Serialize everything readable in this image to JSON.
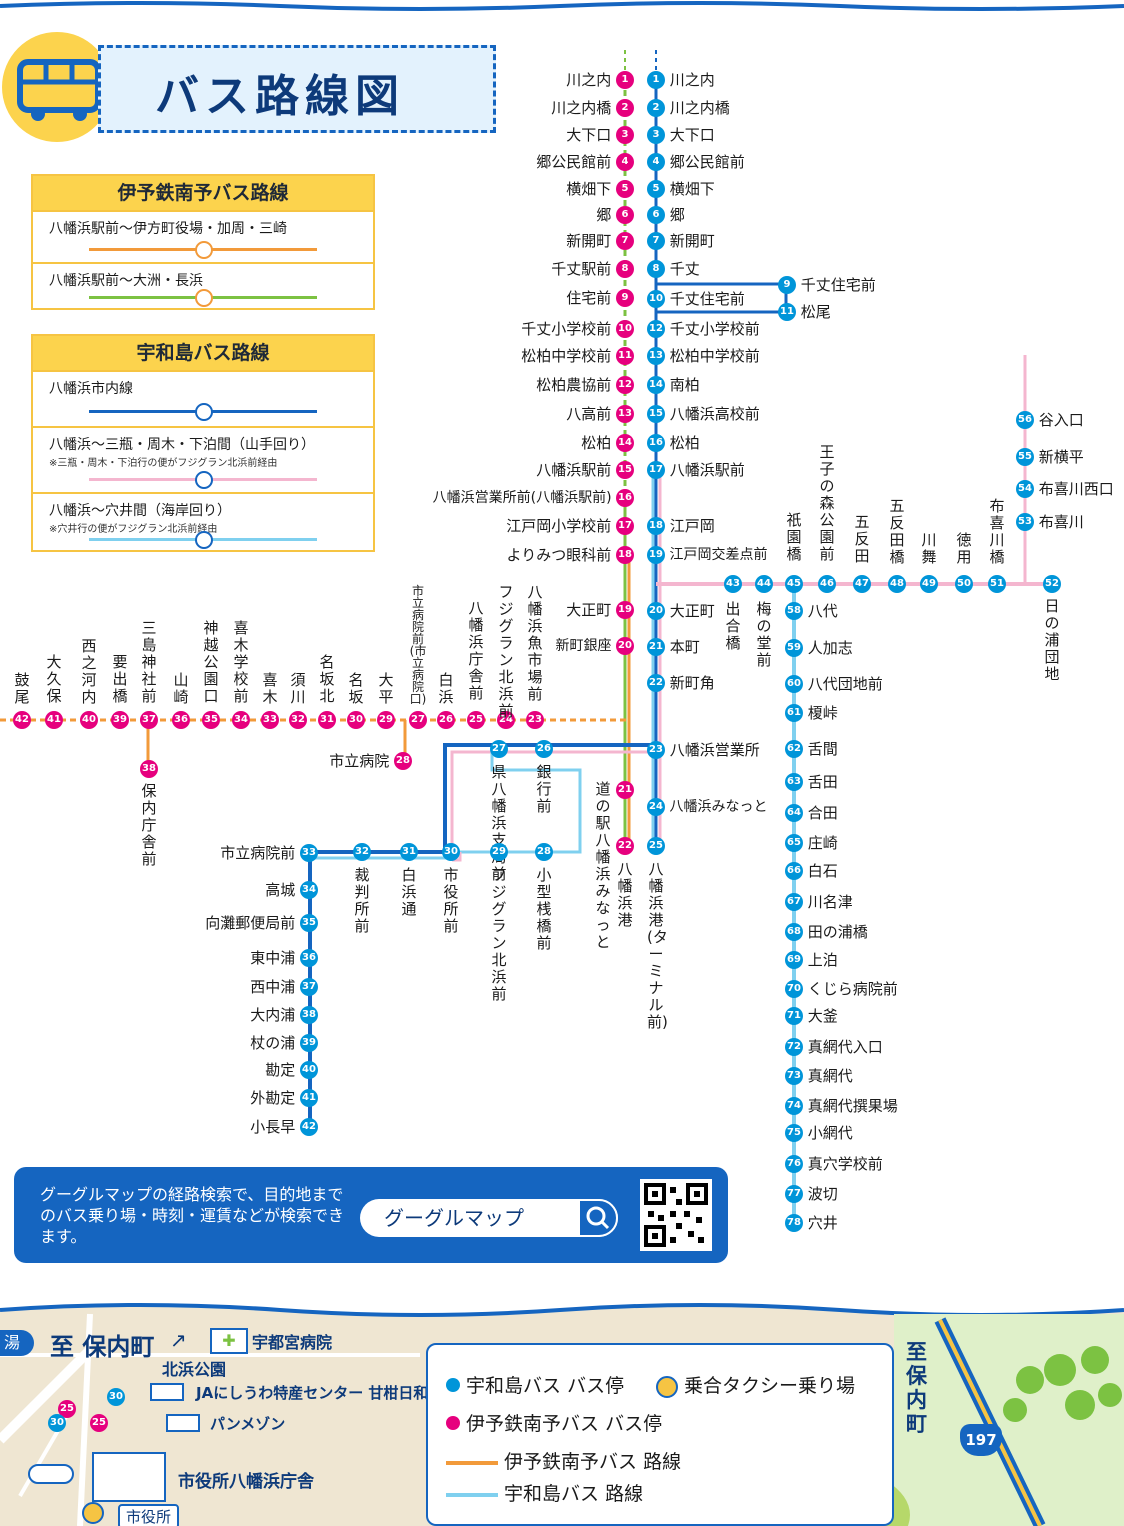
{
  "title": "バス路線図",
  "legend_iyo": {
    "heading": "伊予鉄南予バス路線",
    "rows": [
      {
        "label": "八幡浜駅前〜伊方町役場・加周・三崎",
        "color": "#f29a3a"
      },
      {
        "label": "八幡浜駅前〜大洲・長浜",
        "color": "#7cc242"
      }
    ]
  },
  "legend_uwajima": {
    "heading": "宇和島バス路線",
    "rows": [
      {
        "label": "八幡浜市内線",
        "note": "",
        "color": "#1565c0"
      },
      {
        "label": "八幡浜〜三瓶・周木・下泊間（山手回り）",
        "note": "※三瓶・周木・下泊行の便がフジグラン北浜前経由",
        "color": "#f4b6cf"
      },
      {
        "label": "八幡浜〜穴井間（海岸回り）",
        "note": "※穴井行の便がフジグラン北浜前経由",
        "color": "#7fd0ef"
      }
    ]
  },
  "iyo_main": [
    {
      "n": "1",
      "name": "川之内"
    },
    {
      "n": "2",
      "name": "川之内橋"
    },
    {
      "n": "3",
      "name": "大下口"
    },
    {
      "n": "4",
      "name": "郷公民館前"
    },
    {
      "n": "5",
      "name": "横畑下"
    },
    {
      "n": "6",
      "name": "郷"
    },
    {
      "n": "7",
      "name": "新開町"
    },
    {
      "n": "8",
      "name": "千丈駅前"
    },
    {
      "n": "9",
      "name": "住宅前"
    },
    {
      "n": "10",
      "name": "千丈小学校前"
    },
    {
      "n": "11",
      "name": "松柏中学校前"
    },
    {
      "n": "12",
      "name": "松柏農協前"
    },
    {
      "n": "13",
      "name": "八高前"
    },
    {
      "n": "14",
      "name": "松柏"
    },
    {
      "n": "15",
      "name": "八幡浜駅前"
    },
    {
      "n": "16",
      "name": "八幡浜営業所前(八幡浜駅前)"
    },
    {
      "n": "17",
      "name": "江戸岡小学校前"
    },
    {
      "n": "18",
      "name": "よりみつ眼科前"
    },
    {
      "n": "19",
      "name": "大正町"
    },
    {
      "n": "20",
      "name": "新町銀座"
    }
  ],
  "uwa_main": [
    {
      "n": "1",
      "name": "川之内"
    },
    {
      "n": "2",
      "name": "川之内橋"
    },
    {
      "n": "3",
      "name": "大下口"
    },
    {
      "n": "4",
      "name": "郷公民館前"
    },
    {
      "n": "5",
      "name": "横畑下"
    },
    {
      "n": "6",
      "name": "郷"
    },
    {
      "n": "7",
      "name": "新開町"
    },
    {
      "n": "8",
      "name": "千丈"
    },
    {
      "n": "10",
      "name": "千丈住宅前"
    },
    {
      "n": "12",
      "name": "千丈小学校前"
    },
    {
      "n": "13",
      "name": "松柏中学校前"
    },
    {
      "n": "14",
      "name": "南柏"
    },
    {
      "n": "15",
      "name": "八幡浜高校前"
    },
    {
      "n": "16",
      "name": "松柏"
    },
    {
      "n": "17",
      "name": "八幡浜駅前"
    },
    {
      "n": "18",
      "name": "江戸岡"
    },
    {
      "n": "19",
      "name": "江戸岡交差点前"
    },
    {
      "n": "20",
      "name": "大正町"
    },
    {
      "n": "21",
      "name": "本町"
    },
    {
      "n": "22",
      "name": "新町角"
    },
    {
      "n": "23",
      "name": "八幡浜営業所"
    },
    {
      "n": "24",
      "name": "八幡浜みなっと"
    }
  ],
  "uwa_branch": [
    {
      "n": "9",
      "name": "千丈住宅前"
    },
    {
      "n": "11",
      "name": "松尾"
    }
  ],
  "uwa_yamate": [
    {
      "n": "43",
      "name": "出合橋"
    },
    {
      "n": "44",
      "name": "梅の堂前"
    },
    {
      "n": "45",
      "name": "祇園橋"
    },
    {
      "n": "46",
      "name": "王子の森公園前"
    },
    {
      "n": "47",
      "name": "五反田"
    },
    {
      "n": "48",
      "name": "五反田橋"
    },
    {
      "n": "49",
      "name": "川舞"
    },
    {
      "n": "50",
      "name": "徳用"
    },
    {
      "n": "51",
      "name": "布喜川橋"
    },
    {
      "n": "52",
      "name": "日の浦団地"
    }
  ],
  "uwa_far": [
    {
      "n": "56",
      "name": "谷入口"
    },
    {
      "n": "55",
      "name": "新横平"
    },
    {
      "n": "54",
      "name": "布喜川西口"
    },
    {
      "n": "53",
      "name": "布喜川"
    }
  ],
  "uwa_coast": [
    {
      "n": "58",
      "name": "八代"
    },
    {
      "n": "59",
      "name": "人加志"
    },
    {
      "n": "60",
      "name": "八代団地前"
    },
    {
      "n": "61",
      "name": "榎峠"
    },
    {
      "n": "62",
      "name": "舌間"
    },
    {
      "n": "63",
      "name": "舌田"
    },
    {
      "n": "64",
      "name": "合田"
    },
    {
      "n": "65",
      "name": "庄崎"
    },
    {
      "n": "66",
      "name": "白石"
    },
    {
      "n": "67",
      "name": "川名津"
    },
    {
      "n": "68",
      "name": "田の浦橋"
    },
    {
      "n": "69",
      "name": "上泊"
    },
    {
      "n": "70",
      "name": "くじら病院前"
    },
    {
      "n": "71",
      "name": "大釜"
    },
    {
      "n": "72",
      "name": "真網代入口"
    },
    {
      "n": "73",
      "name": "真網代"
    },
    {
      "n": "74",
      "name": "真網代撰果場"
    },
    {
      "n": "75",
      "name": "小網代"
    },
    {
      "n": "76",
      "name": "真穴学校前"
    },
    {
      "n": "77",
      "name": "波切"
    },
    {
      "n": "78",
      "name": "穴井"
    }
  ],
  "iyo_west": [
    {
      "n": "23",
      "name": "八幡浜魚市場前"
    },
    {
      "n": "24",
      "name": "フジグラン北浜前"
    },
    {
      "n": "25",
      "name": "八幡浜庁舎前"
    },
    {
      "n": "26",
      "name": "白浜"
    },
    {
      "n": "27",
      "name": "市立病院前(市立病院口)"
    },
    {
      "n": "29",
      "name": "大平"
    },
    {
      "n": "30",
      "name": "名坂"
    },
    {
      "n": "31",
      "name": "名坂北"
    },
    {
      "n": "32",
      "name": "須川"
    },
    {
      "n": "33",
      "name": "喜木"
    },
    {
      "n": "34",
      "name": "喜木学校前"
    },
    {
      "n": "35",
      "name": "神越公園口"
    },
    {
      "n": "36",
      "name": "山崎"
    },
    {
      "n": "37",
      "name": "三島神社前"
    },
    {
      "n": "39",
      "name": "要出橋"
    },
    {
      "n": "40",
      "name": "西之河内"
    },
    {
      "n": "41",
      "name": "大久保"
    },
    {
      "n": "42",
      "name": "鼓尾"
    }
  ],
  "iyo_misc": {
    "hospital": {
      "n": "28",
      "name": "市立病院"
    },
    "hoshi": {
      "n": "38",
      "name": "保内庁舎前"
    },
    "michi": {
      "n": "21",
      "name": "道の駅八幡浜みなっと"
    },
    "port": {
      "n": "22",
      "name": "八幡浜港"
    }
  },
  "uwa_port": {
    "n": "25",
    "name": "八幡浜港(ターミナル前)"
  },
  "uwa_loop": [
    {
      "n": "27",
      "name": "県八幡浜支局前"
    },
    {
      "n": "26",
      "name": "銀行前"
    },
    {
      "n": "28",
      "name": "小型桟橋前"
    },
    {
      "n": "29",
      "name": "フジグラン北浜前"
    },
    {
      "n": "30",
      "name": "市役所前"
    },
    {
      "n": "31",
      "name": "白浜通"
    },
    {
      "n": "32",
      "name": "裁判所前"
    }
  ],
  "uwa_south": [
    {
      "n": "33",
      "name": "市立病院前"
    },
    {
      "n": "34",
      "name": "高城"
    },
    {
      "n": "35",
      "name": "向灘郵便局前"
    },
    {
      "n": "36",
      "name": "東中浦"
    },
    {
      "n": "37",
      "name": "西中浦"
    },
    {
      "n": "38",
      "name": "大内浦"
    },
    {
      "n": "39",
      "name": "杖の浦"
    },
    {
      "n": "40",
      "name": "勘定"
    },
    {
      "n": "41",
      "name": "外勘定"
    },
    {
      "n": "42",
      "name": "小長早"
    }
  ],
  "google": {
    "text": "グーグルマップの経路検索で、目的地までのバス乗り場・時刻・運賃などが検索できます。",
    "search_label": "グーグルマップ"
  },
  "map": {
    "to_honai": "至 保内町",
    "north_park": "北浜公園",
    "hospital": "宇都宮病院",
    "ja": "JAにしうわ特産センター 甘柑日和",
    "shop": "パンメゾン",
    "city_office": "市役所八幡浜庁舎",
    "city_hall": "市役所",
    "to_honai_v": "至保内町",
    "route": "197",
    "hot": "湯",
    "stop_a": "30",
    "stop_b": "25",
    "legend_uwa_stop": "宇和島バス バス停",
    "legend_taxi": "乗合タクシー乗り場",
    "legend_iyo_stop": "伊予鉄南予バス バス停",
    "legend_iyo_route": "伊予鉄南予バス 路線",
    "legend_uwa_route": "宇和島バス 路線"
  }
}
